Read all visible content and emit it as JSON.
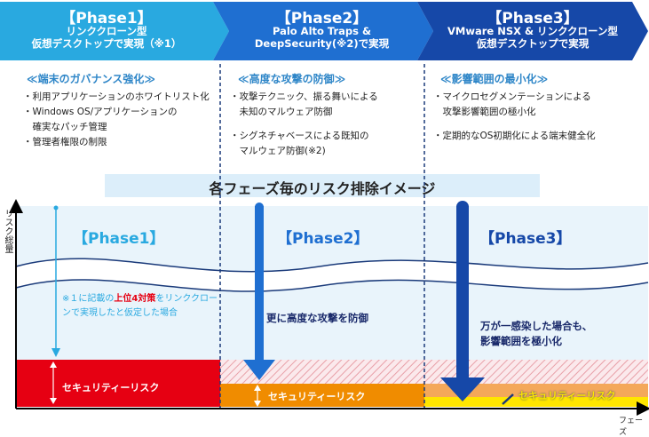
{
  "phases": [
    {
      "title": "【Phase1】",
      "subtitle": "リンククローン型\n仮想デスクトップで実現（※1）",
      "color": "#29a9e0",
      "heading": "≪端末のガバナンス強化≫",
      "bullets": [
        "・利用アプリケーションのホワイトリスト化",
        "・Windows OS/アプリケーションの\n　確実なパッチ管理",
        "・管理者権限の制限"
      ]
    },
    {
      "title": "【Phase2】",
      "subtitle": "Palo Alto Traps &\nDeepSecurity(※2)で実現",
      "color": "#1f6fd1",
      "heading": "≪高度な攻撃の防御≫",
      "bullets": [
        "・攻撃テクニック、振る舞いによる\n　未知のマルウェア防御",
        "・シグネチャベースによる既知の\n　マルウェア防御(※2)"
      ]
    },
    {
      "title": "【Phase3】",
      "subtitle": "VMware NSX & リンククローン型\n仮想デスクトップで実現",
      "color": "#1648a8",
      "heading": "≪影響範囲の最小化≫",
      "bullets": [
        "・マイクロセグメンテーションによる\n　攻撃影響範囲の極小化",
        "・定期的なOS初期化による端末健全化"
      ]
    }
  ],
  "banner": "各フェーズ毎のリスク排除イメージ",
  "y_axis_label": "リスク総量",
  "x_axis_label": "フェーズ",
  "chart_phase_labels": [
    "【Phase1】",
    "【Phase2】",
    "【Phase3】"
  ],
  "note": {
    "prefix": "※１に記載の",
    "highlight": "上位4対策",
    "suffix": "をリンククローンで実現したと仮定した場合"
  },
  "phase2_desc": "更に高度な攻撃を防御",
  "phase3_desc": "万が一感染した場合も、\n影響範囲を極小化",
  "risk_label": "セキュリティーリスク",
  "colors": {
    "risk1": "#e60012",
    "risk2": "#f08c00",
    "risk3": "#ffe600",
    "hatch": "#e8a0a8",
    "panel": "#e9f4fb"
  }
}
